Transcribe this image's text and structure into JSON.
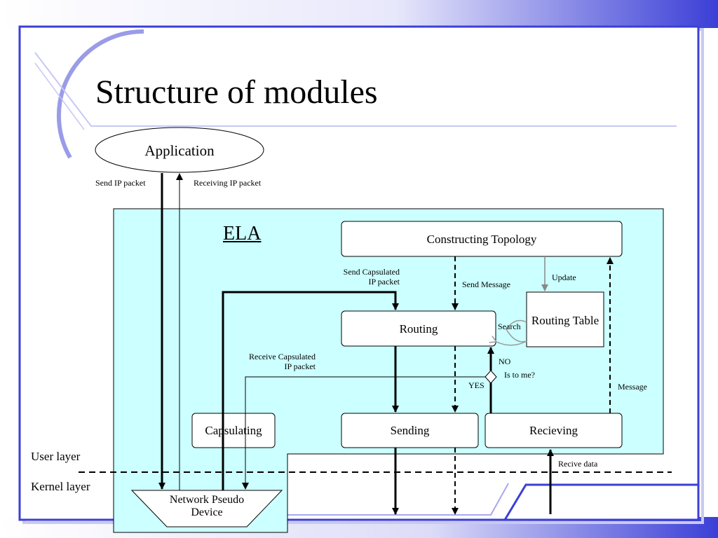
{
  "slide": {
    "title": "Structure of modules",
    "accent_color": "#3b3fd6",
    "ela_fill": "#ccffff"
  },
  "nodes": {
    "application": "Application",
    "ela": "ELA",
    "constructing_topology": "Constructing Topology",
    "routing": "Routing",
    "routing_table": "Routing Table",
    "capsulating": "Capsulating",
    "sending": "Sending",
    "recieving": "Recieving",
    "network_pseudo_device_line1": "Network Pseudo",
    "network_pseudo_device_line2": "Device",
    "user_layer": "User layer",
    "kernel_layer": "Kernel layer"
  },
  "edges": {
    "send_ip_packet": "Send IP packet",
    "receiving_ip_packet": "Receiving IP packet",
    "send_capsulated_line1": "Send Capsulated",
    "send_capsulated_line2": "IP packet",
    "send_message": "Send Message",
    "update": "Update",
    "search": "Search",
    "receive_capsulated_line1": "Receive Capsulated",
    "receive_capsulated_line2": "IP packet",
    "no": "NO",
    "is_to_me": "Is to me?",
    "yes": "YES",
    "message": "Message",
    "recive_data": "Recive data"
  }
}
